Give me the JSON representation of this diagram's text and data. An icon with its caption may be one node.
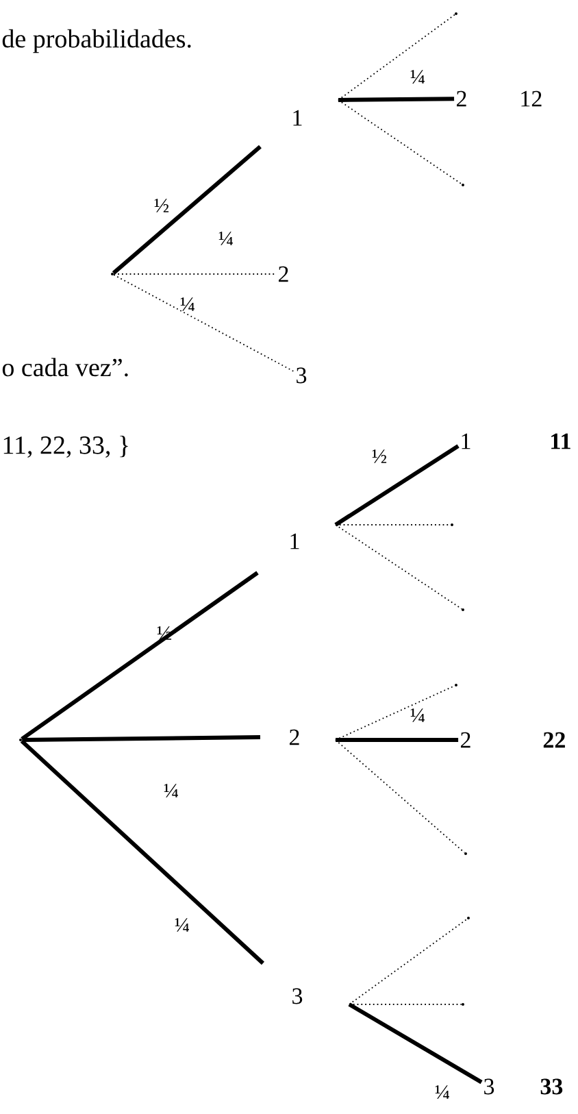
{
  "diagram": {
    "nodes": [
      {
        "text": [],
        "shape": "point"
      },
      {
        "text": [
          "1"
        ]
      },
      {
        "text": [
          "2"
        ]
      },
      {
        "text": [
          "3"
        ]
      },
      {
        "text": [],
        "shape": "point"
      },
      {
        "text": [
          "2"
        ],
        "beside": [
          "12"
        ]
      },
      {
        "text": [],
        "shape": "point"
      },
      {
        "text": [],
        "shape": "point"
      },
      {
        "text": [
          "1"
        ]
      },
      {
        "text": [
          "2"
        ]
      },
      {
        "text": [
          "3"
        ]
      },
      {
        "text": [
          "1"
        ],
        "beside": [
          "11"
        ]
      },
      {
        "text": [],
        "shape": "point"
      },
      {
        "text": [],
        "shape": "point"
      },
      {
        "text": [],
        "shape": "point"
      },
      {
        "text": [
          "2"
        ],
        "beside": [
          "22"
        ]
      },
      {
        "text": [],
        "shape": "point"
      },
      {
        "text": [],
        "shape": "point"
      },
      {
        "text": [],
        "shape": "point"
      },
      {
        "text": [
          "3"
        ],
        "beside": [
          "33"
        ]
      }
    ],
    "edges": [
      {
        "from": 0,
        "to": 1,
        "arrow": "none",
        "style": "thick",
        "label": "½"
      },
      {
        "from": 0,
        "to": 2,
        "arrow": "none",
        "style": "dashed",
        "label": "¼"
      },
      {
        "from": 0,
        "to": 3,
        "arrow": "none",
        "style": "dashed",
        "label": "¼"
      },
      {
        "from": 1,
        "to": 4,
        "arrow": "none",
        "style": "dashed"
      },
      {
        "from": 1,
        "to": 5,
        "arrow": "none",
        "style": "thick",
        "label": "¼"
      },
      {
        "from": 1,
        "to": 6,
        "arrow": "none",
        "style": "dashed"
      },
      {
        "from": 7,
        "to": 8,
        "arrow": "none",
        "style": "thick",
        "label": "½"
      },
      {
        "from": 7,
        "to": 9,
        "arrow": "none",
        "style": "thick",
        "label": "¼"
      },
      {
        "from": 7,
        "to": 10,
        "arrow": "none",
        "style": "thick",
        "label": "¼"
      },
      {
        "from": 8,
        "to": 11,
        "arrow": "none",
        "style": "thick",
        "label": "½"
      },
      {
        "from": 8,
        "to": 12,
        "arrow": "none",
        "style": "dashed"
      },
      {
        "from": 8,
        "to": 13,
        "arrow": "none",
        "style": "dashed"
      },
      {
        "from": 9,
        "to": 14,
        "arrow": "none",
        "style": "dashed"
      },
      {
        "from": 9,
        "to": 15,
        "arrow": "none",
        "style": "thick",
        "label": "¼"
      },
      {
        "from": 9,
        "to": 16,
        "arrow": "none",
        "style": "dashed"
      },
      {
        "from": 10,
        "to": 17,
        "arrow": "none",
        "style": "dashed"
      },
      {
        "from": 10,
        "to": 18,
        "arrow": "none",
        "style": "dashed"
      },
      {
        "from": 10,
        "to": 19,
        "arrow": "none",
        "style": "thick",
        "label": "¼"
      }
    ],
    "labels": [
      "de probabilidades.",
      "o cada vez”.",
      "11, 22, 33, }"
    ]
  }
}
